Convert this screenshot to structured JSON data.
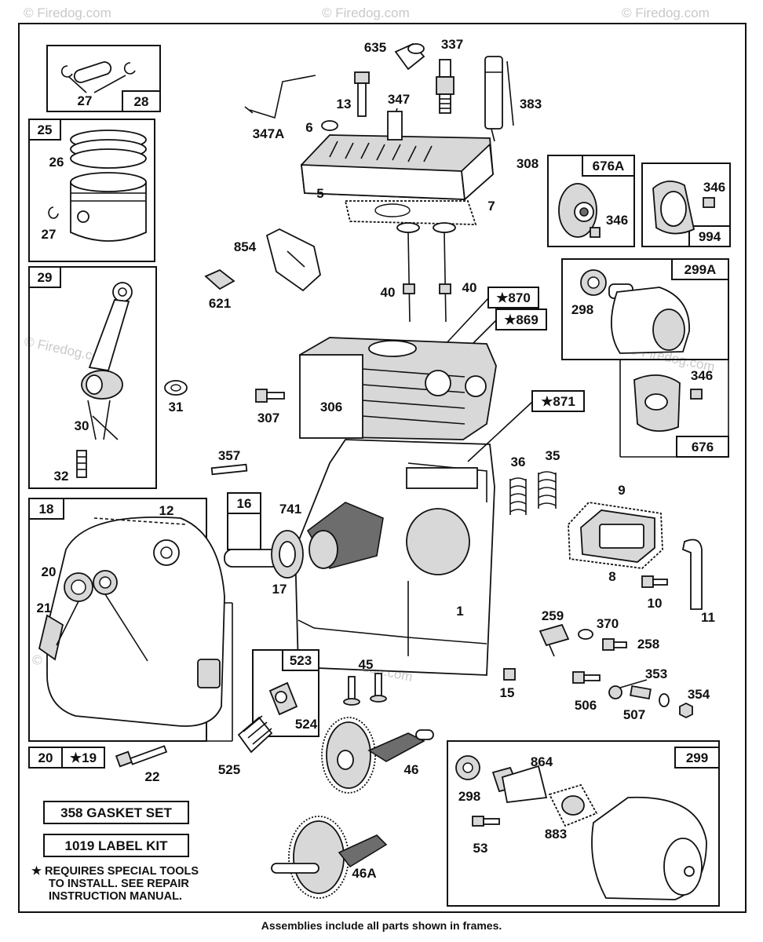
{
  "watermarks": [
    "© Firedog.com",
    "© Firedog.com",
    "© Firedog.com",
    "© Firedog.com",
    "© Firedog.com",
    "© Firedog.com",
    "© Firedog.com"
  ],
  "frames": {
    "f28": "28",
    "f25": "25",
    "f29": "29",
    "f18": "18",
    "f16": "16",
    "f523": "523",
    "f676a": "676A",
    "f994": "994",
    "f299a": "299A",
    "f676": "676",
    "f299": "299",
    "f20": "20",
    "f19": "★19"
  },
  "callouts": {
    "c870": "★870",
    "c869": "★869",
    "c871": "★871"
  },
  "parts": {
    "p27a": "27",
    "p26": "26",
    "p27b": "27",
    "p30": "30",
    "p32": "32",
    "p31": "31",
    "p12": "12",
    "p20": "20",
    "p21": "21",
    "p22": "22",
    "p635": "635",
    "p337": "337",
    "p13": "13",
    "p347": "347",
    "p383": "383",
    "p347a": "347A",
    "p6": "6",
    "p308": "308",
    "p5": "5",
    "p7": "7",
    "p854": "854",
    "p621": "621",
    "p40a": "40",
    "p40b": "40",
    "p306": "306",
    "p307": "307",
    "p357": "357",
    "p741": "741",
    "p17": "17",
    "p1": "1",
    "p36": "36",
    "p35": "35",
    "p9": "9",
    "p8": "8",
    "p10": "10",
    "p11": "11",
    "p346a": "346",
    "p346b": "346",
    "p298a": "298",
    "p346c": "346",
    "p259": "259",
    "p370": "370",
    "p258": "258",
    "p45": "45",
    "p15": "15",
    "p353": "353",
    "p354": "354",
    "p506": "506",
    "p507": "507",
    "p524": "524",
    "p525": "525",
    "p46": "46",
    "p864": "864",
    "p298b": "298",
    "p883": "883",
    "p53": "53",
    "p46a": "46A"
  },
  "kits": {
    "gasket": "358 GASKET SET",
    "label": "1019 LABEL KIT"
  },
  "notes": {
    "star_line1": "★ REQUIRES SPECIAL TOOLS",
    "star_line2": "TO INSTALL.  SEE REPAIR",
    "star_line3": "INSTRUCTION MANUAL.",
    "footer": "Assemblies include all parts shown in frames."
  }
}
